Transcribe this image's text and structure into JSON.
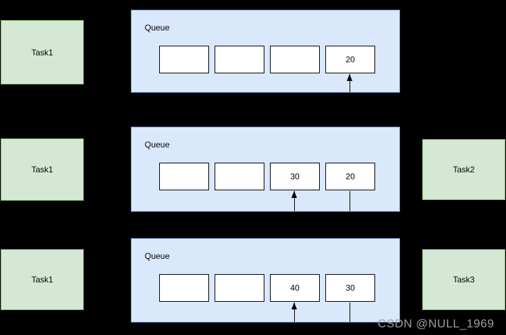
{
  "canvas": {
    "background": "#000000"
  },
  "palette": {
    "task_fill": "#d5e8d4",
    "task_border": "#82b366",
    "queue_fill": "#dae8fc",
    "queue_border": "#6c8ebf",
    "cell_fill": "#ffffff",
    "cell_border": "#000000",
    "text": "#000000",
    "watermark_color": "#9e9e9e"
  },
  "left_tasks": [
    {
      "label": "Task1"
    },
    {
      "label": "Task1"
    },
    {
      "label": "Task1"
    }
  ],
  "right_tasks": [
    {
      "label": "Task2"
    },
    {
      "label": "Task3"
    }
  ],
  "queues": [
    {
      "label": "Queue",
      "cells": [
        "",
        "",
        "",
        "20"
      ],
      "pointers": [
        {
          "cell": 3,
          "arrowhead": true
        }
      ]
    },
    {
      "label": "Queue",
      "cells": [
        "",
        "",
        "30",
        "20"
      ],
      "pointers": [
        {
          "cell": 2,
          "arrowhead": true
        },
        {
          "cell": 3,
          "arrowhead": false
        }
      ]
    },
    {
      "label": "Queue",
      "cells": [
        "",
        "",
        "40",
        "30"
      ],
      "pointers": [
        {
          "cell": 2,
          "arrowhead": true
        },
        {
          "cell": 3,
          "arrowhead": false
        }
      ]
    }
  ],
  "watermark": {
    "text": "CSDN @NULL_1969"
  }
}
